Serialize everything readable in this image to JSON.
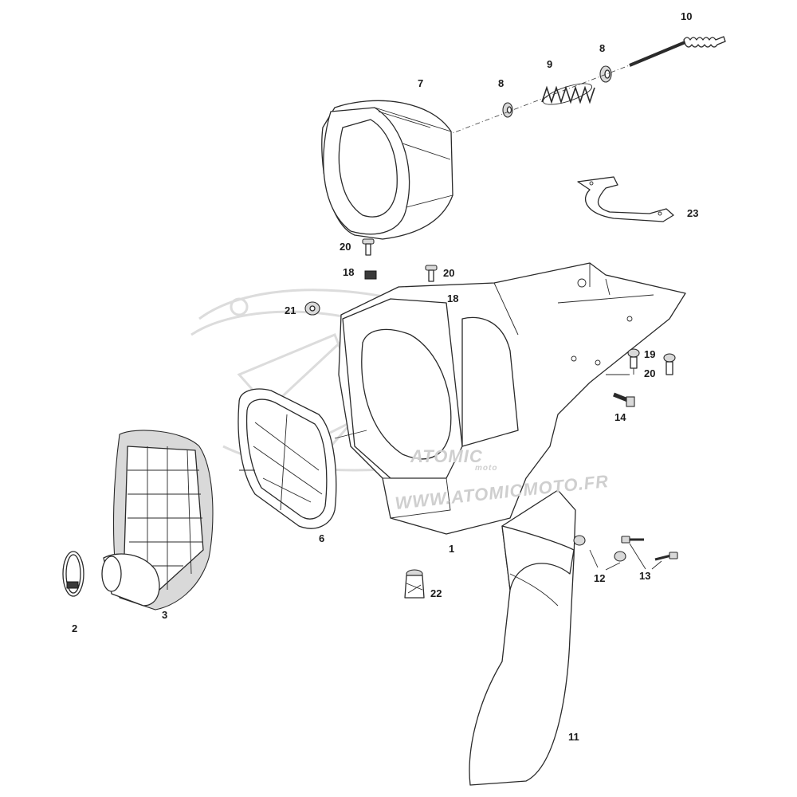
{
  "watermark": {
    "text": "WWW.ATOMICMOTO.FR",
    "logo_text": "ATOMIC",
    "logo_subtext": "moto"
  },
  "callouts": [
    {
      "label": "10"
    },
    {
      "label": "8"
    },
    {
      "label": "9"
    },
    {
      "label": "8"
    },
    {
      "label": "7"
    },
    {
      "label": "23"
    },
    {
      "label": "20"
    },
    {
      "label": "18"
    },
    {
      "label": "20"
    },
    {
      "label": "18"
    },
    {
      "label": "21"
    },
    {
      "label": "19"
    },
    {
      "label": "20"
    },
    {
      "label": "14"
    },
    {
      "label": "6"
    },
    {
      "label": "1"
    },
    {
      "label": "12"
    },
    {
      "label": "13"
    },
    {
      "label": "22"
    },
    {
      "label": "2"
    },
    {
      "label": "3"
    },
    {
      "label": "11"
    }
  ]
}
